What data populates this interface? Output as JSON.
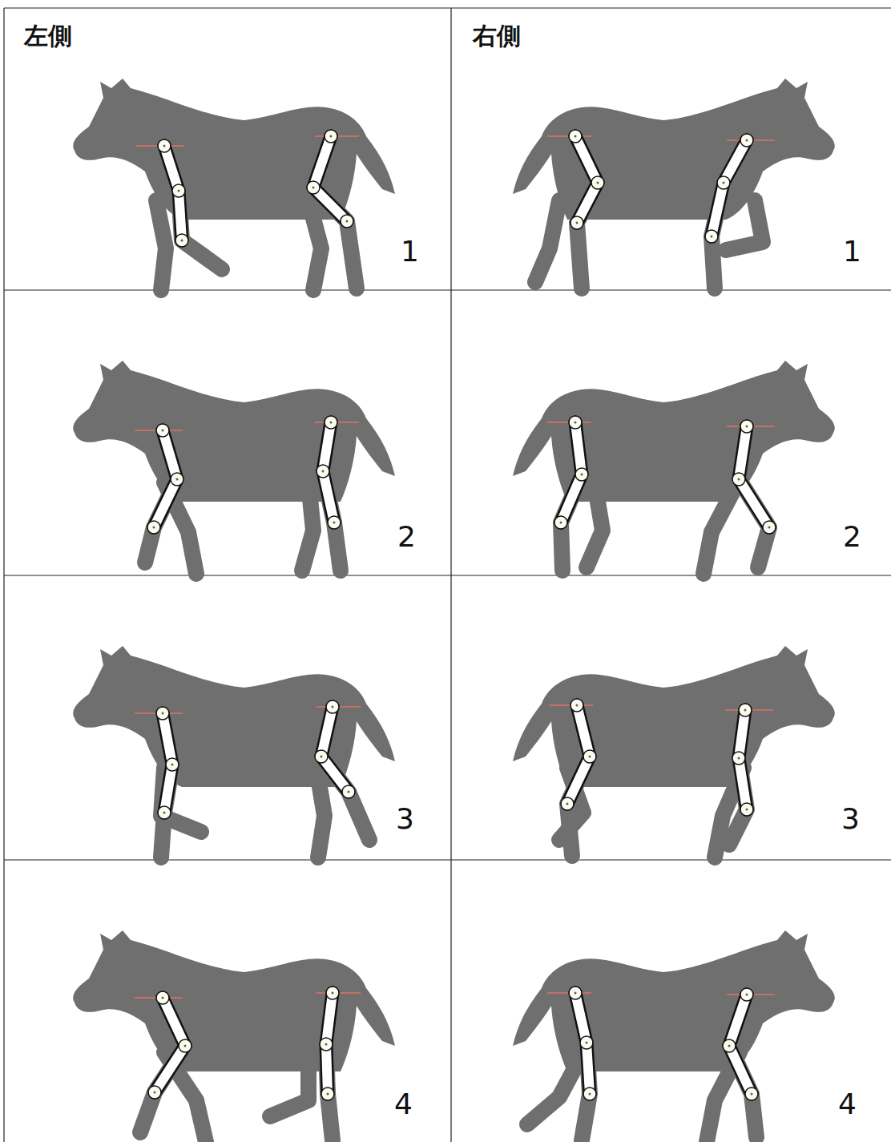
{
  "diagram": {
    "labels": [
      "左側",
      "右側",
      "1",
      "1",
      "2",
      "2",
      "3",
      "3",
      "4",
      "4"
    ]
  }
}
